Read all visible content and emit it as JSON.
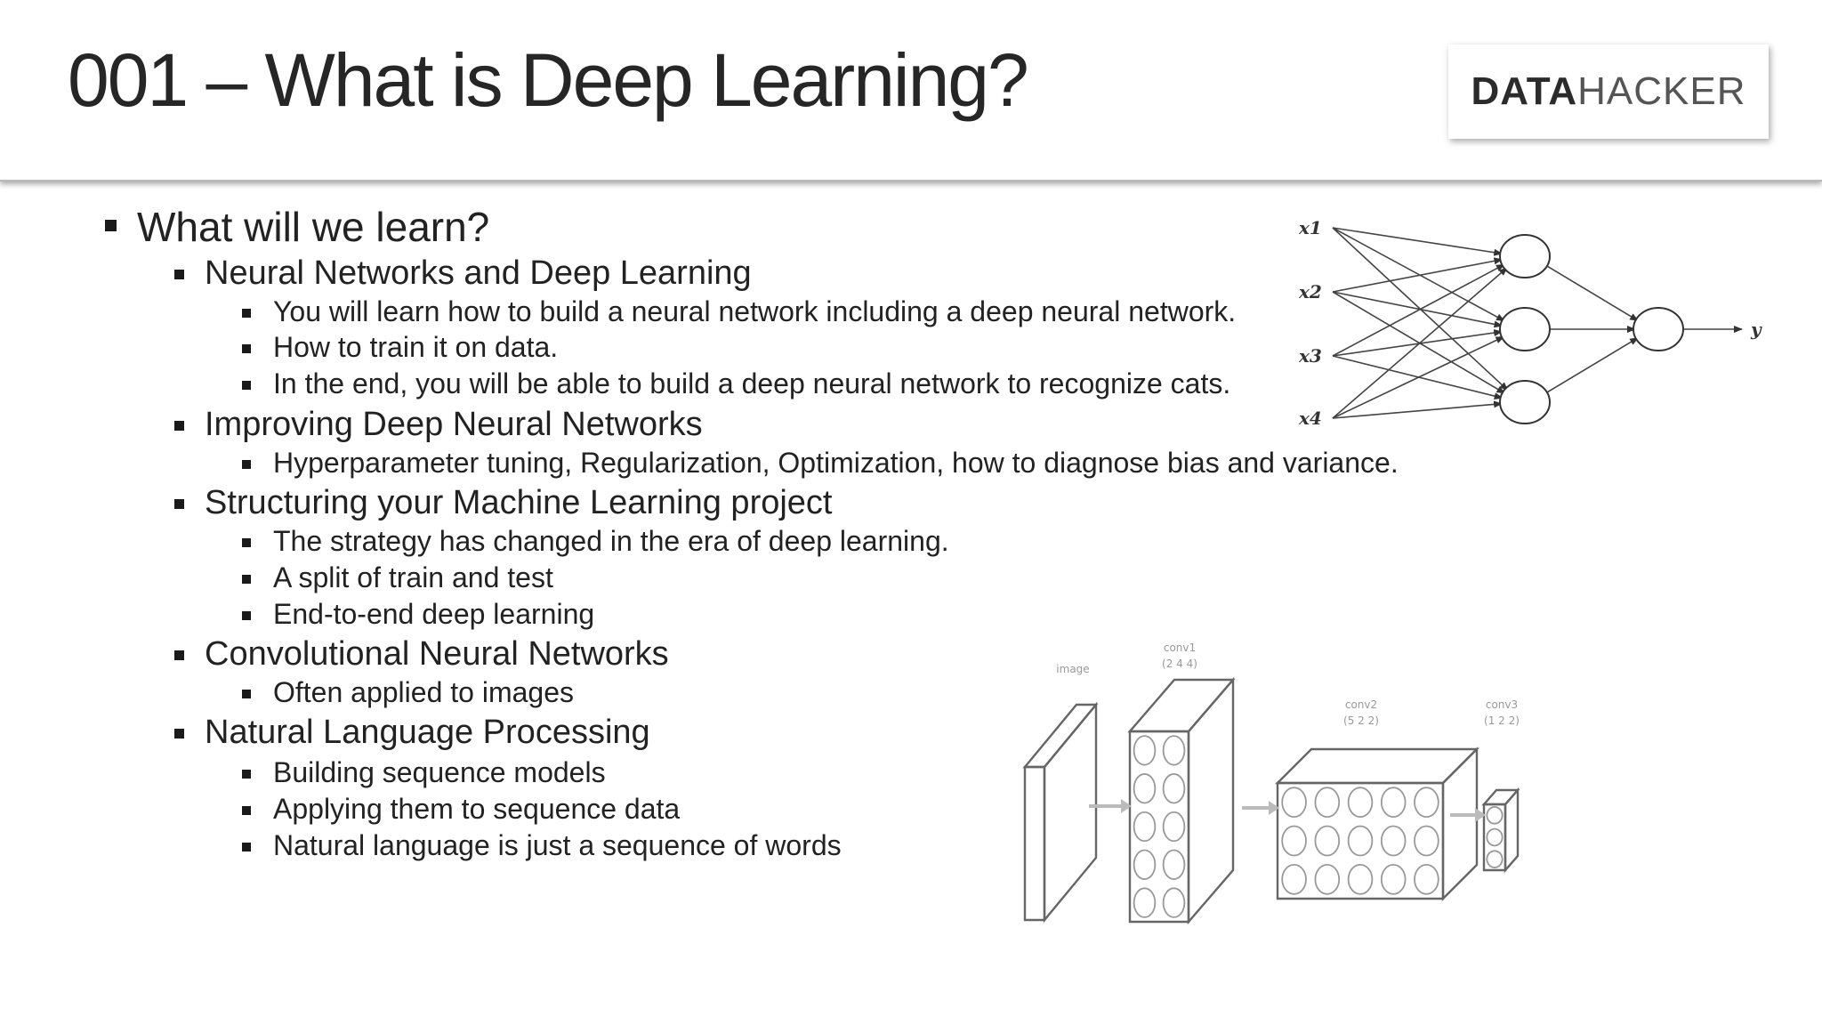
{
  "title": "001 – What is Deep Learning?",
  "logo": {
    "bold": "DATA",
    "light": "HACKER"
  },
  "outline": {
    "heading": "What will we learn?",
    "sections": [
      {
        "label": "Neural Networks and Deep Learning",
        "items": [
          "You will learn how to build a neural network including a deep neural network.",
          "How to train it on data.",
          "In the end, you will be able to build a deep neural network to recognize cats."
        ]
      },
      {
        "label": "Improving Deep Neural Networks",
        "items": [
          "Hyperparameter tuning, Regularization, Optimization, how to diagnose bias and variance."
        ]
      },
      {
        "label": "Structuring your Machine Learning project",
        "items": [
          "The strategy has changed in the era of deep learning.",
          "A split of train and test",
          "End-to-end deep learning"
        ]
      },
      {
        "label": "Convolutional Neural Networks",
        "items": [
          "Often applied to images"
        ]
      },
      {
        "label": "Natural Language Processing",
        "items": [
          "Building sequence models",
          "Applying them to sequence data",
          "Natural language is just a sequence of words"
        ]
      }
    ]
  },
  "nn_diagram": {
    "inputs": [
      "x1",
      "x2",
      "x3",
      "x4"
    ],
    "output": "y"
  },
  "cnn_diagram": {
    "labels": [
      {
        "name": "image",
        "dims": ""
      },
      {
        "name": "conv1",
        "dims": "(2 4 4)"
      },
      {
        "name": "conv2",
        "dims": "(5 2 2)"
      },
      {
        "name": "conv3",
        "dims": "(1 2 2)"
      }
    ]
  }
}
